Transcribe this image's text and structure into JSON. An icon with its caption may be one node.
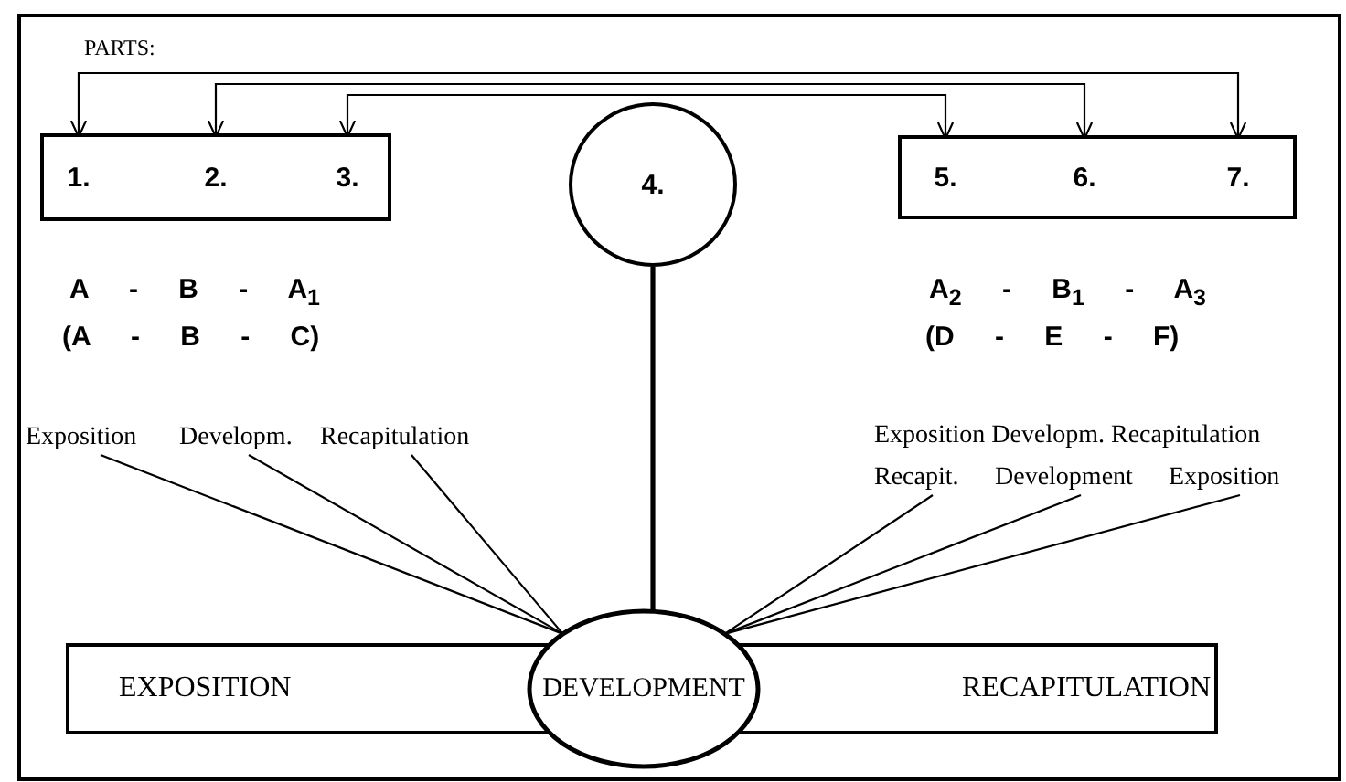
{
  "diagram": {
    "nodes": [
      {
        "text": [],
        "shape": "box"
      },
      {
        "text": [
          "1."
        ],
        "in": 0
      },
      {
        "text": [
          "2."
        ],
        "in": 0
      },
      {
        "text": [
          "3."
        ],
        "in": 0
      },
      {
        "text": [
          "4."
        ]
      },
      {
        "text": [],
        "shape": "box"
      },
      {
        "text": [
          "5."
        ],
        "in": 5
      },
      {
        "text": [
          "6."
        ],
        "in": 5
      },
      {
        "text": [
          "7."
        ],
        "in": 5
      },
      {
        "text": [
          "Exposition"
        ]
      },
      {
        "text": [
          "Developm."
        ]
      },
      {
        "text": [
          "Recapitulation"
        ]
      },
      {
        "text": [
          "Recapit."
        ]
      },
      {
        "text": [
          "Development"
        ]
      },
      {
        "text": [
          "Exposition"
        ]
      },
      {
        "text": [
          "EXPOSITION",
          "RECAPITULATION"
        ]
      },
      {
        "text": [
          "DEVELOPMENT"
        ]
      }
    ],
    "edges": [
      {
        "from": 1,
        "to": 8,
        "arrow": "both"
      },
      {
        "from": 2,
        "to": 7,
        "arrow": "both"
      },
      {
        "from": 3,
        "to": 6,
        "arrow": "both"
      },
      {
        "from": 4,
        "to": 16,
        "arrow": "none",
        "style": "thick"
      },
      {
        "from": 9,
        "to": 16,
        "arrow": "none"
      },
      {
        "from": 10,
        "to": 16,
        "arrow": "none"
      },
      {
        "from": 11,
        "to": 16,
        "arrow": "none"
      },
      {
        "from": 12,
        "to": 16,
        "arrow": "none"
      },
      {
        "from": 13,
        "to": 16,
        "arrow": "none"
      },
      {
        "from": 14,
        "to": 16,
        "arrow": "none"
      }
    ],
    "labels": [
      "PARTS:",
      "A - B - A$_{1}$",
      "A$_{2}$ - B$_{1}$ - A$_{3}$",
      "(A - B - C)",
      "(D - E - F)",
      "Exposition Developm. Recapitulation"
    ]
  }
}
